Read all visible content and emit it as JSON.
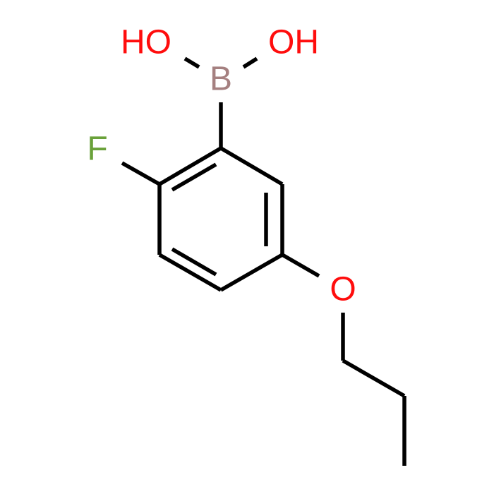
{
  "molecule": {
    "atoms": {
      "oh_left": {
        "text": "HO",
        "color": "#ff0d0d"
      },
      "oh_right": {
        "text": "OH",
        "color": "#ff0d0d"
      },
      "boron": {
        "text": "B",
        "color": "#a58080"
      },
      "fluorine": {
        "text": "F",
        "color": "#6aa13a"
      },
      "ether_oxygen": {
        "text": "O",
        "color": "#ff0d0d"
      }
    },
    "bond_color": "#000000"
  }
}
